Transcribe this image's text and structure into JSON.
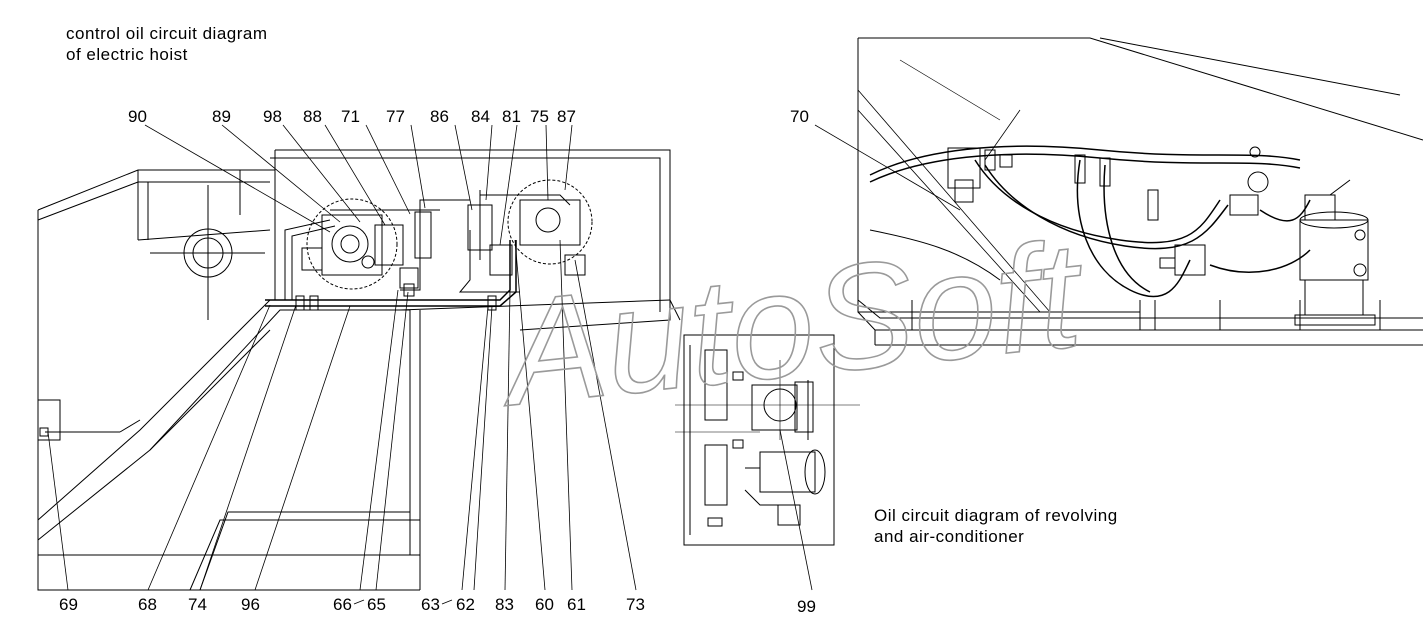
{
  "captions": {
    "left_line1": "control oil circuit diagram",
    "left_line2": "of electric hoist",
    "right_line1": "Oil circuit diagram of revolving",
    "right_line2": "and air-conditioner"
  },
  "watermark": "AutoSoft",
  "part_numbers_top": [
    "90",
    "89",
    "98",
    "88",
    "71",
    "77",
    "86",
    "84",
    "81",
    "75",
    "87",
    "70"
  ],
  "part_numbers_bottom": [
    "69",
    "68",
    "74",
    "96",
    "66",
    "65",
    "63",
    "62",
    "83",
    "60",
    "61",
    "73",
    "99"
  ],
  "colors": {
    "line": "#000000",
    "watermark": "#9a9a9a"
  }
}
